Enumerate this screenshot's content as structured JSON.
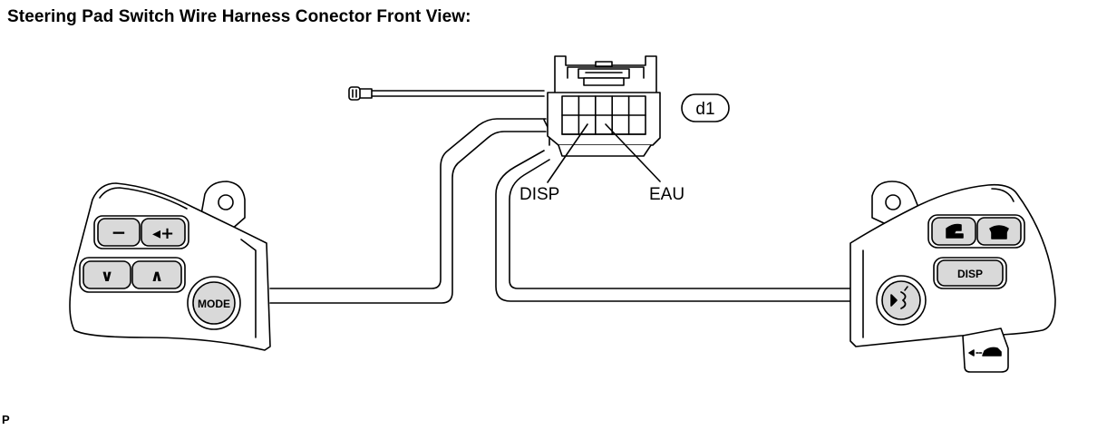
{
  "title": "Steering Pad Switch Wire Harness Conector Front View:",
  "connector_code": "d1",
  "terminal_labels": {
    "disp": "DISP",
    "eau": "EAU"
  },
  "left_switch": {
    "volume_down_glyph": "−",
    "volume_up_glyph": "◂+",
    "seek_down_glyph": "∨",
    "seek_up_glyph": "∧",
    "mode_label": "MODE"
  },
  "right_switch": {
    "off_hook_icon": "phone-off-hook-icon",
    "on_hook_icon": "phone-on-hook-icon",
    "disp_label": "DISP",
    "talk_icon": "voice-talk-icon",
    "distance_icon": "vehicle-distance-icon"
  },
  "footer_letter": "P",
  "colors": {
    "line": "#000000",
    "button_fill": "#d9d9d9",
    "housing_fill": "#ffffff"
  }
}
